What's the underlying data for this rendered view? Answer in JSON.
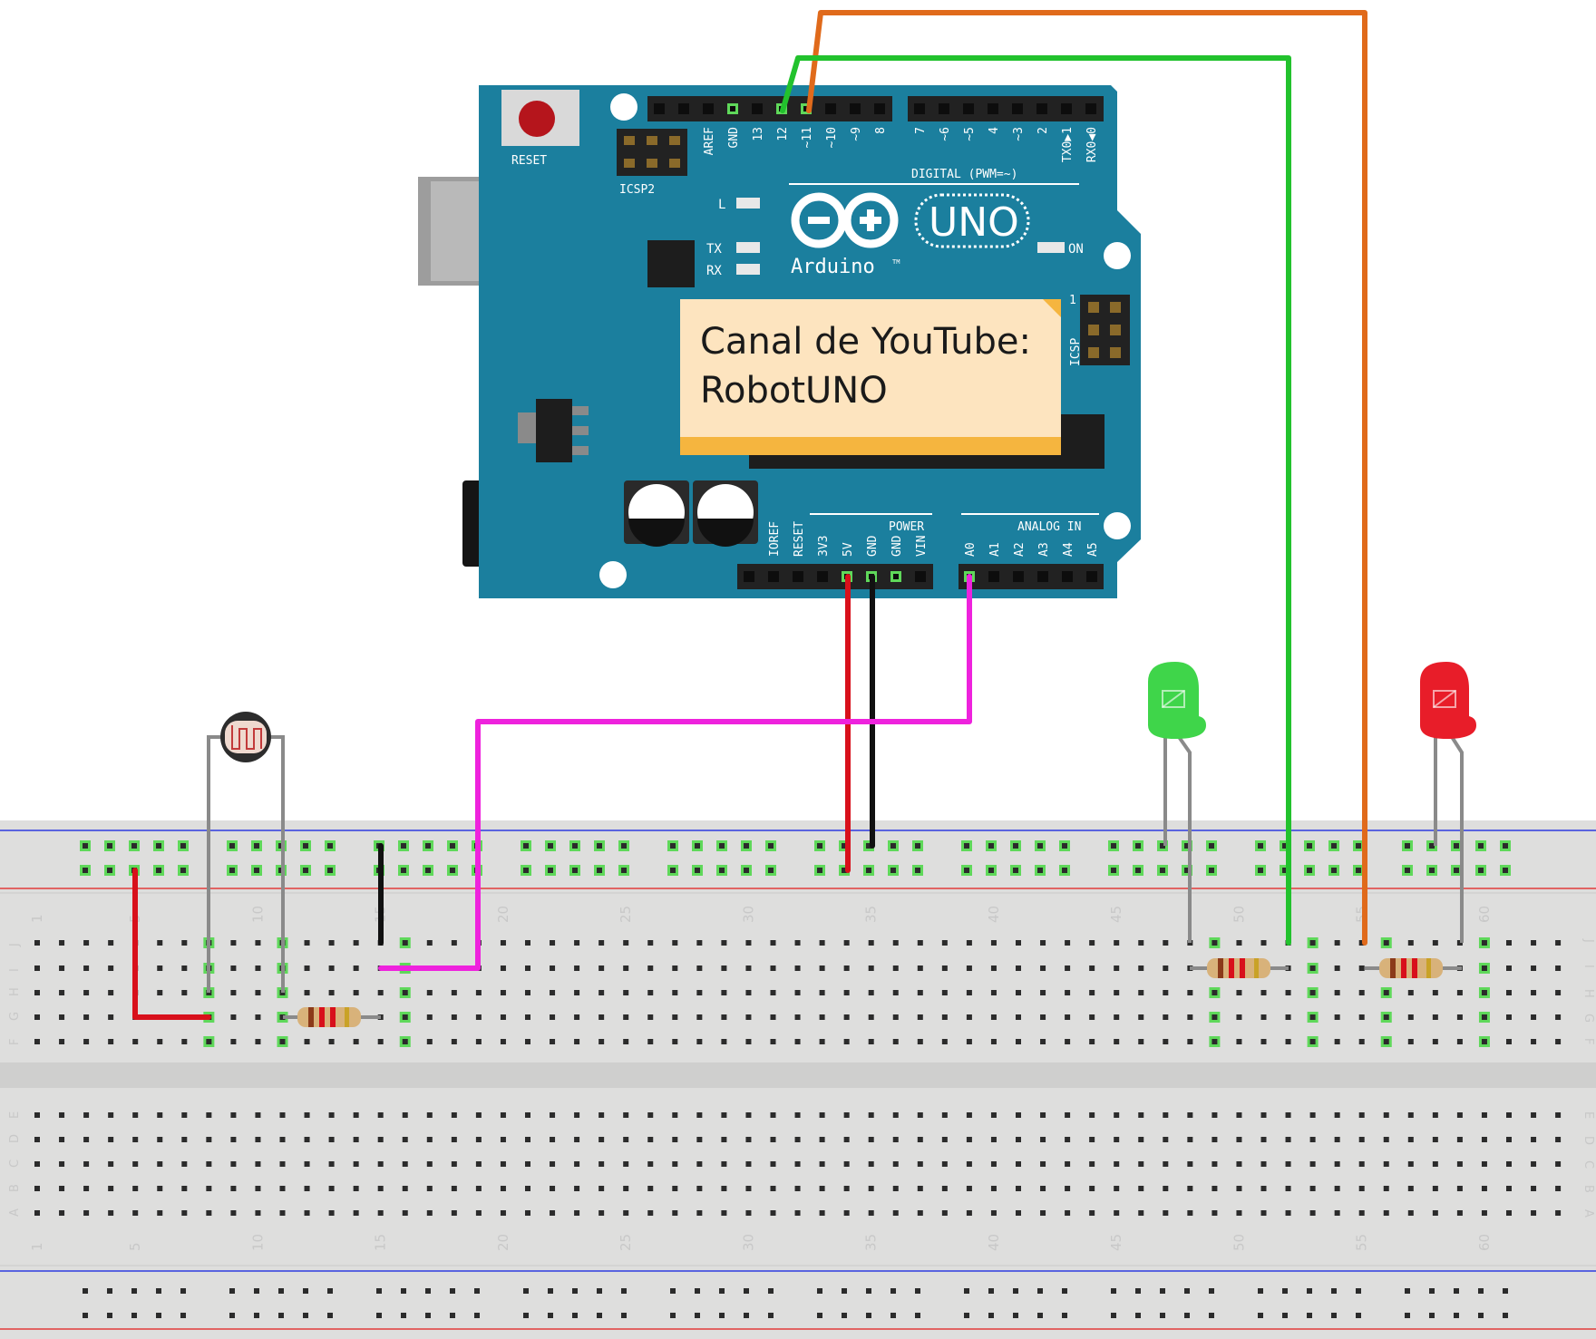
{
  "colors": {
    "board": "#1b7f9e",
    "board_dark": "#176f8b",
    "breadboard": "#dededd",
    "wire_red": "#d8101b",
    "wire_black": "#111111",
    "wire_magenta": "#ee22dd",
    "wire_green": "#22c22d",
    "wire_orange": "#e06a1b",
    "leg_gray": "#8a8a8a",
    "led_green": "#3fd54a",
    "led_red": "#e81d29",
    "note_bg": "#fde4bf",
    "note_strip": "#f5b53f",
    "hole_active": "#5fd85a"
  },
  "arduino": {
    "reset_label": "RESET",
    "icsp2_label": "ICSP2",
    "icsp_label": "ICSP",
    "icsp_pin1": "1",
    "l_label": "L",
    "tx_label": "TX",
    "rx_label": "RX",
    "on_label": "ON",
    "brand": "Arduino",
    "tm": "TM",
    "model": "UNO",
    "digital_header": "DIGITAL (PWM=~)",
    "digital_pins": [
      "AREF",
      "GND",
      "13",
      "12",
      "~11",
      "~10",
      "~9",
      "8",
      "7",
      "~6",
      "~5",
      "4",
      "~3",
      "2",
      "TX0▶1",
      "RX0◀0"
    ],
    "power_header": "POWER",
    "power_pins": [
      "IOREF",
      "RESET",
      "3V3",
      "5V",
      "GND",
      "GND",
      "VIN"
    ],
    "analog_header": "ANALOG IN",
    "analog_pins": [
      "A0",
      "A1",
      "A2",
      "A3",
      "A4",
      "A5"
    ]
  },
  "note": {
    "line1": "Canal de YouTube:",
    "line2": "RobotUNO"
  },
  "breadboard": {
    "column_numbers": [
      "1",
      "5",
      "10",
      "15",
      "20",
      "25",
      "30",
      "35",
      "40",
      "45",
      "50",
      "55",
      "60"
    ],
    "rows_top": [
      "J",
      "I",
      "H",
      "G",
      "F"
    ],
    "rows_bottom": [
      "E",
      "D",
      "C",
      "B",
      "A"
    ]
  },
  "components": {
    "ldr": "photoresistor",
    "led_left": "green",
    "led_right": "red",
    "resistor_count": 3
  }
}
